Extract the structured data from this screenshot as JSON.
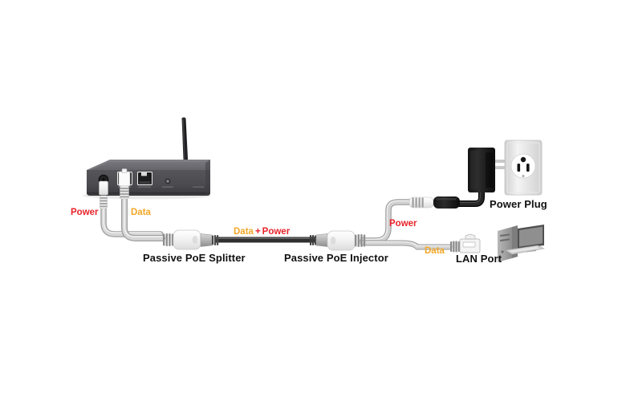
{
  "diagram": {
    "title": "Passive PoE connection diagram",
    "background_color": "#ffffff",
    "colors": {
      "power_label": "#e8232a",
      "data_label": "#f2a827",
      "device_label": "#111111",
      "cable_grey": "#c9c9c9",
      "cable_dark": "#4a4a4a",
      "router_body": "#5c5c60",
      "router_top": "#6e6e73",
      "connector_white": "#f2f2f2",
      "adapter_black": "#1a1a1a",
      "pc_grey": "#a8a8a8"
    },
    "labels": {
      "power_router": "Power",
      "data_router": "Data",
      "splitter": "Passive PoE Splitter",
      "injector": "Passive PoE Injector",
      "data_power_data": "Data",
      "data_power_plus": "+",
      "data_power_power": "Power",
      "power_injector": "Power",
      "power_plug": "Power Plug",
      "data_lan": "Data",
      "lan_port": "LAN Port"
    },
    "icons": {
      "router": "wireless-router-icon",
      "antenna": "antenna-icon",
      "dc_jack": "dc-power-jack-icon",
      "rj45_port": "rj45-port-icon",
      "reset_button": "reset-button-icon",
      "splitter": "poe-splitter-icon",
      "injector": "poe-injector-icon",
      "power_adapter": "power-adapter-icon",
      "wall_outlet": "wall-outlet-icon",
      "rj45_plug": "rj45-plug-icon",
      "computer": "desktop-computer-icon"
    },
    "nodes": [
      {
        "id": "router",
        "name": "Wireless Router / Access Point"
      },
      {
        "id": "splitter",
        "name": "Passive PoE Splitter"
      },
      {
        "id": "injector",
        "name": "Passive PoE Injector"
      },
      {
        "id": "adapter",
        "name": "Power Adapter"
      },
      {
        "id": "outlet",
        "name": "Wall Power Outlet"
      },
      {
        "id": "computer",
        "name": "Desktop Computer"
      }
    ],
    "connections": [
      {
        "from": "router-dc-jack",
        "to": "splitter",
        "carries": "Power"
      },
      {
        "from": "router-lan-port",
        "to": "splitter",
        "carries": "Data"
      },
      {
        "from": "splitter",
        "to": "injector",
        "carries": "Data + Power"
      },
      {
        "from": "injector",
        "to": "adapter",
        "carries": "Power"
      },
      {
        "from": "adapter",
        "to": "outlet",
        "carries": "Power"
      },
      {
        "from": "injector",
        "to": "computer",
        "carries": "Data"
      }
    ]
  }
}
